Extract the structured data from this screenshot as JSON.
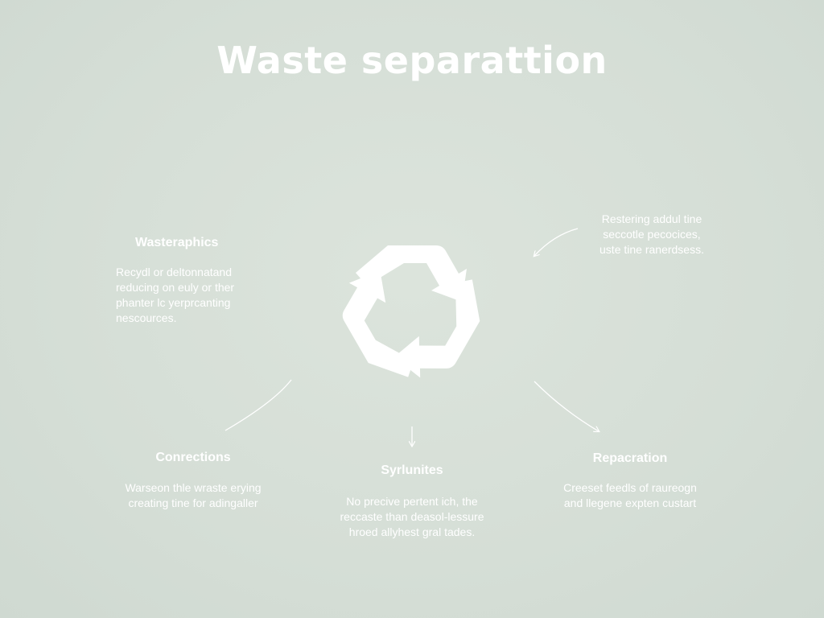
{
  "title": "Waste separattion",
  "nodes": {
    "top_left": {
      "heading": "Wasteraphics",
      "lines": [
        "Recydl or deltonnatand",
        "reducing on euly or ther",
        "phanter lc yerprcanting",
        "nescources."
      ]
    },
    "top_right": {
      "lines": [
        "Restering addul tine",
        "seccotle pecocices,",
        "uste tine ranerdsess."
      ]
    },
    "bottom_left": {
      "heading": "Conrections",
      "lines": [
        "Warseon thle wraste erying",
        "creating tine for adingaller"
      ]
    },
    "bottom_center": {
      "heading": "Syrlunites",
      "lines": [
        "No precive pertent ich, the",
        "reccaste than deasol-lessure",
        "hroed allyhest gral tades."
      ]
    },
    "bottom_right": {
      "heading": "Repacration",
      "lines": [
        "Creeset feedls of raureogn",
        "and llegene expten custart"
      ]
    },
    "center_icon": "recycle-icon"
  },
  "colors": {
    "background": "#d7e0d8",
    "text": "#ffffff",
    "connector": "#ffffff"
  }
}
